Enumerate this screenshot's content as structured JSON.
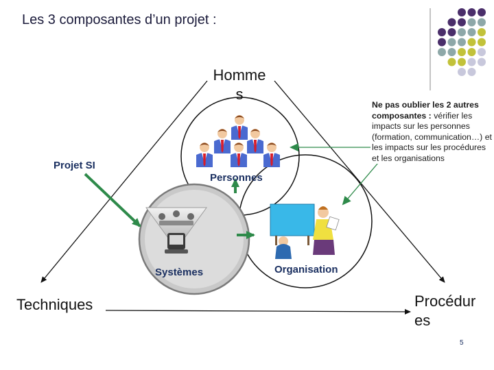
{
  "title": "Les 3 composantes d’un projet :",
  "vertices": {
    "top": "Homme s",
    "bottom_left": "Techniques",
    "bottom_right": "Procédur es"
  },
  "circles": {
    "people": "Personnes",
    "systems": "Systèmes",
    "organisation": "Organisation"
  },
  "project_label": "Projet SI",
  "note": {
    "lead": "Ne pas oublier les 2 autres composantes :",
    "body": "vérifier les impacts sur les personnes (formation, communication…) et les impacts sur les procédures et les organisations"
  },
  "page_number": "5",
  "colors": {
    "dot_purple": "#4a2e6a",
    "dot_teal": "#8ea8a8",
    "dot_olive": "#c2c23a",
    "dot_lavender": "#c8c8dc",
    "arrow_green": "#2e8a4a",
    "label_blue": "#1a2f60"
  },
  "icons": [
    "people-group-icon",
    "meeting-computer-icon",
    "presenter-board-icon"
  ]
}
